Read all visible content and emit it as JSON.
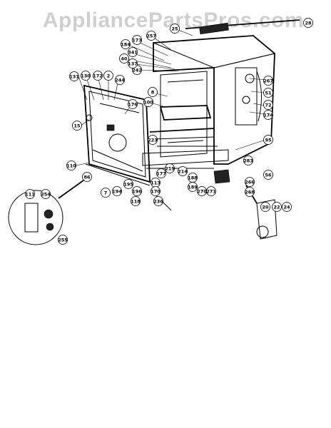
{
  "watermark": "AppliancePartsPros.com",
  "footer_left": "",
  "footer_right": "",
  "callouts": [
    "184",
    "173",
    "257",
    "25",
    "28",
    "341",
    "40",
    "242",
    "137",
    "8",
    "100",
    "131",
    "130",
    "172",
    "2",
    "244",
    "176",
    "15",
    "267",
    "51",
    "72",
    "174",
    "95",
    "110",
    "86",
    "7",
    "194",
    "195",
    "196",
    "118",
    "113",
    "170",
    "236",
    "223",
    "177",
    "219",
    "214",
    "188",
    "189",
    "283",
    "56",
    "266",
    "268",
    "270",
    "271",
    "111",
    "254",
    "255",
    "20",
    "22",
    "24"
  ]
}
